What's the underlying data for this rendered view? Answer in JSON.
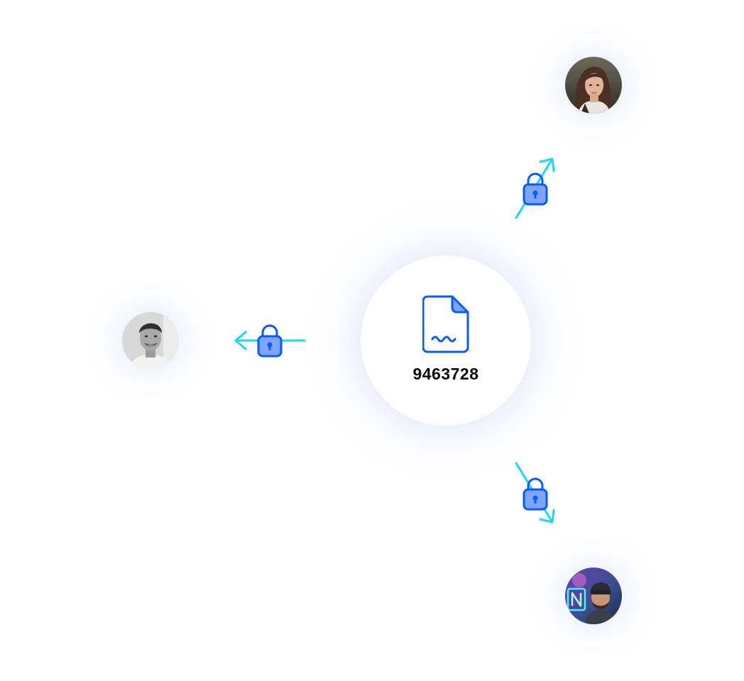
{
  "center": {
    "document_icon": "signed-document-icon",
    "code": "9463728"
  },
  "recipients": [
    {
      "id": "top-right",
      "avatar": "avatar-woman"
    },
    {
      "id": "left",
      "avatar": "avatar-man-smiling"
    },
    {
      "id": "bottom-right",
      "avatar": "avatar-man-beanie"
    }
  ],
  "links": [
    {
      "target": "top-right",
      "icon": "lock-icon",
      "arrow": "arrow-icon"
    },
    {
      "target": "left",
      "icon": "lock-icon",
      "arrow": "arrow-icon"
    },
    {
      "target": "bottom-right",
      "icon": "lock-icon",
      "arrow": "arrow-icon"
    }
  ],
  "colors": {
    "arrow": "#1ED6F5",
    "lock_stroke": "#0A5BFF",
    "lock_fill": "#7FA4FF",
    "document": "#0A5BFF",
    "code_text": "#0B0B0B",
    "glow": "#5A7DFF"
  }
}
